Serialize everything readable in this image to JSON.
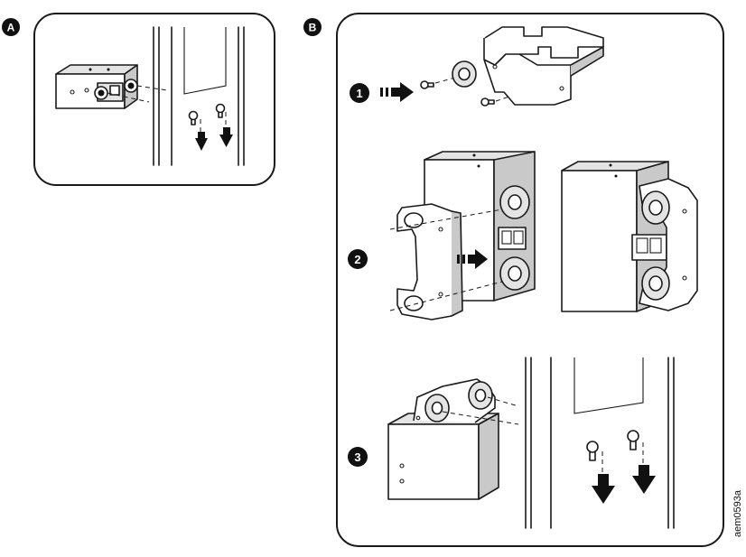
{
  "panels": [
    {
      "id": "A",
      "label": "A"
    },
    {
      "id": "B",
      "label": "B",
      "steps": [
        "1",
        "2",
        "3"
      ]
    }
  ],
  "figure_code": "aem0593a",
  "icons": [
    "screw-icon",
    "washer-icon",
    "bracket-icon",
    "arrow-icon",
    "keyhole-slot-icon",
    "rj45-port-icon"
  ]
}
